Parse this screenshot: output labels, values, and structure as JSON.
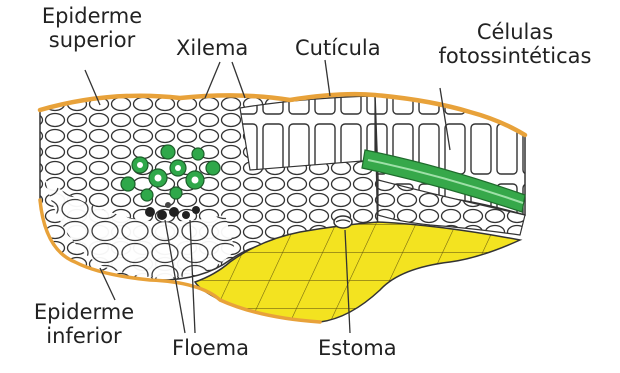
{
  "labels": {
    "epiderme_superior": [
      "Epiderme",
      "superior"
    ],
    "xilema": "Xilema",
    "cuticula": "Cutícula",
    "celulas_fotossinteticas": [
      "Células",
      "fotossintéticas"
    ],
    "epiderme_inferior": [
      "Epiderme",
      "inferior"
    ],
    "floema": "Floema",
    "estoma": "Estoma"
  },
  "colors": {
    "cuticle": "#e8a23a",
    "xylem": "#2fa84a",
    "phloem": "#222222",
    "lower_surface": "#f3e320",
    "photosynthetic_band": "#36a84a",
    "cell_outline": "#333333",
    "label_text": "#222222"
  }
}
